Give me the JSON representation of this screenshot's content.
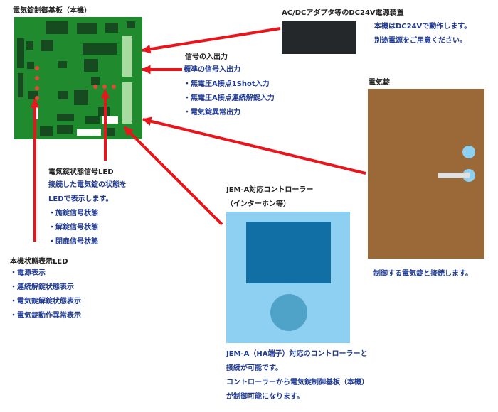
{
  "board": {
    "title": "電気錠制御基板（本機）"
  },
  "adapter": {
    "title": "AC/DCアダプタ等のDC24V電源装置",
    "notes": [
      "本機はDC24Vで動作します。",
      "別途電源をご用意ください。"
    ]
  },
  "signal_io": {
    "title": "信号の入出力",
    "items": [
      "標準の信号入出力",
      "・無電圧A接点1Shot入力",
      "・無電圧A接点連続解錠入力",
      "・電気錠異常出力"
    ]
  },
  "lock": {
    "title": "電気錠",
    "caption": "制御する電気錠と接続します。"
  },
  "status_led": {
    "title": "電気錠状態信号LED",
    "lines": [
      "接続した電気錠の状態を",
      "LEDで表示します。",
      "・施錠信号状態",
      "・解錠信号状態",
      "・閉扉信号状態"
    ]
  },
  "unit_led": {
    "title": "本機状態表示LED",
    "items": [
      "・電源表示",
      "・連続解錠状態表示",
      "・電気錠解錠状態表示",
      "・電気錠動作異常表示"
    ]
  },
  "controller": {
    "title_lines": [
      "JEM-A対応コントローラー",
      "（インターホン等）"
    ],
    "caption": [
      "JEM-A（HA端子）対応のコントローラーと",
      "接続が可能です。",
      "コントローラーから電気錠制御基板（本機）",
      "が制御可能になります。"
    ]
  },
  "colors": {
    "board": "#1f8a2e",
    "arrow": "#e8161c",
    "door": "#9b6937",
    "controller": "#8ed0f2",
    "screen": "#126fa6",
    "adapter": "#25282a",
    "blue_text": "#1f3a93"
  }
}
